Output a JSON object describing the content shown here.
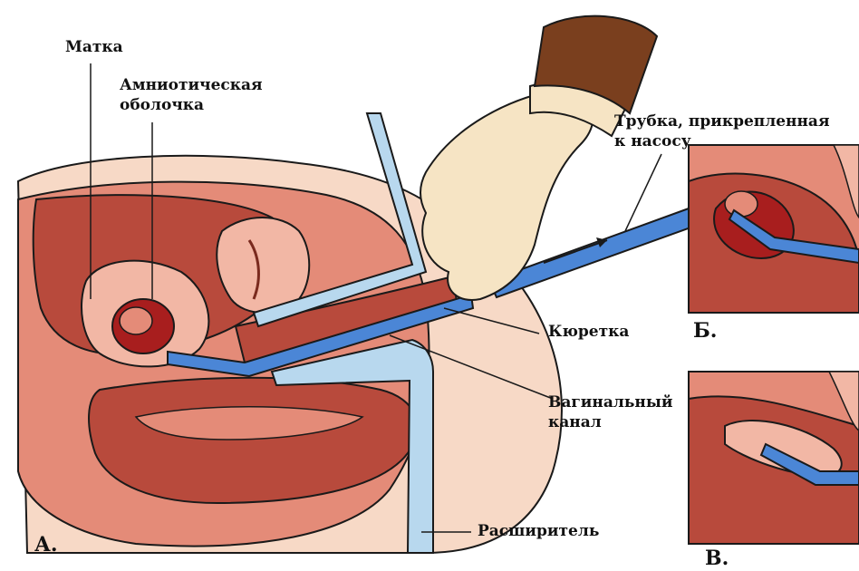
{
  "labels": {
    "uterus": "Матка",
    "amniotic_line1": "Амниотическая",
    "amniotic_line2": "оболочка",
    "tube_line1": "Трубка, прикрепленная",
    "tube_line2": "к насосу",
    "curette": "Кюретка",
    "vaginal_line1": "Вагинальный",
    "vaginal_line2": "канал",
    "dilator": "Расширитель"
  },
  "panels": {
    "a": "А.",
    "b": "Б.",
    "c": "В."
  },
  "colors": {
    "tissue_dark": "#b84a3c",
    "tissue_mid": "#e48b78",
    "tissue_light": "#f2b7a5",
    "skin": "#f7d9c6",
    "cavity": "#a81e1e",
    "instrument_blue": "#4b86d6",
    "instrument_light": "#b8d8ee",
    "glove": "#f6e4c4",
    "sleeve": "#7a3f1e",
    "outline": "#1a1a1a"
  }
}
